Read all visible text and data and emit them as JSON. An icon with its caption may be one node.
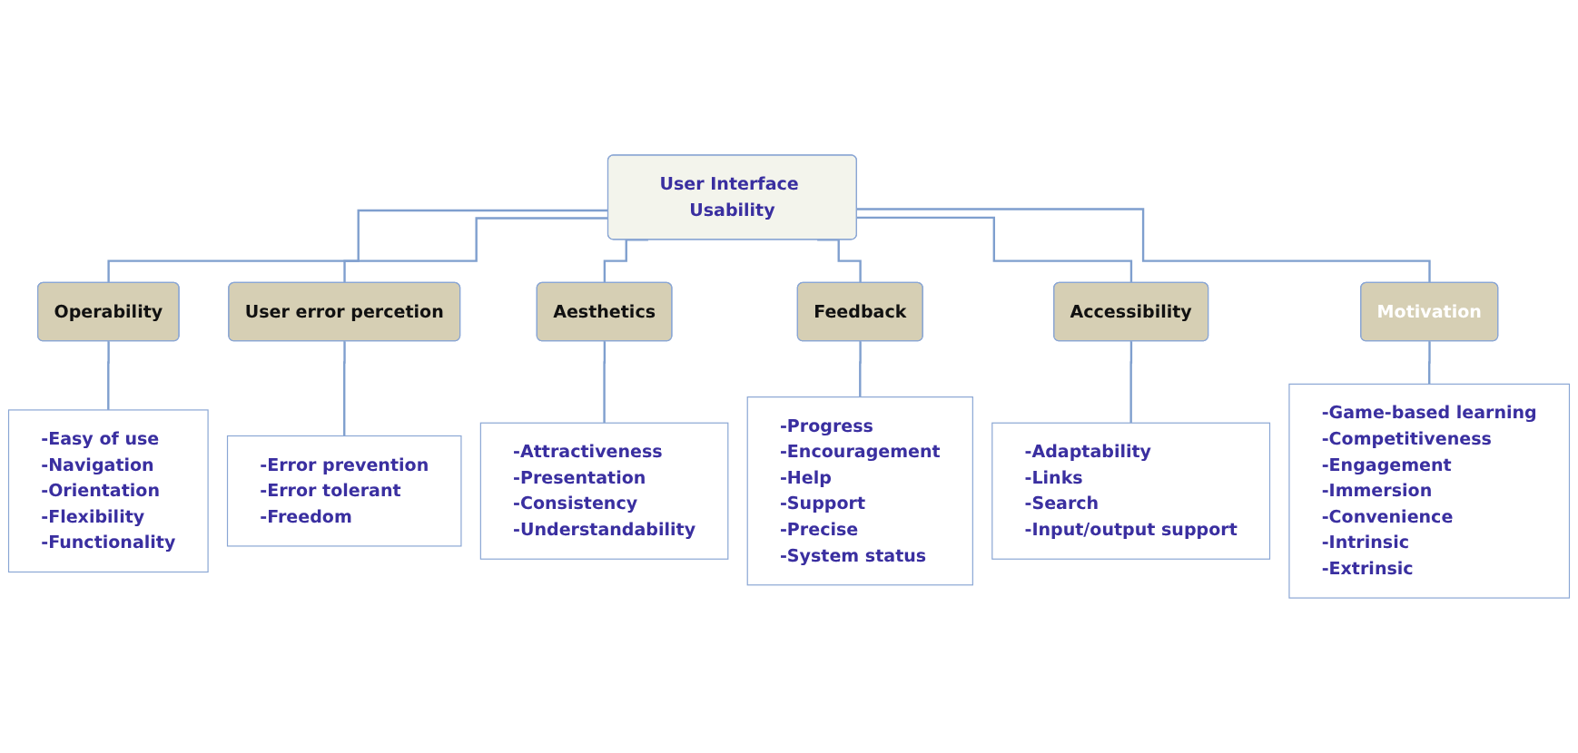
{
  "diagram": {
    "nodes": [
      {
        "text": [
          "User Interface Usability"
        ]
      },
      {
        "text": [
          "Operability"
        ]
      },
      {
        "text": [
          "User error percetion"
        ]
      },
      {
        "text": [
          "Aesthetics"
        ]
      },
      {
        "text": [
          "Feedback"
        ]
      },
      {
        "text": [
          "Accessibility"
        ]
      },
      {
        "text": [
          "Motivation"
        ]
      },
      {
        "text": [
          "-Easy of use",
          "-Navigation",
          "-Orientation",
          "-Flexibility",
          "-Functionality"
        ]
      },
      {
        "text": [
          "-Error prevention",
          "-Error tolerant",
          "-Freedom"
        ]
      },
      {
        "text": [
          "-Attractiveness",
          "-Presentation",
          "-Consistency",
          "-Understandability"
        ]
      },
      {
        "text": [
          "-Progress",
          "-Encouragement",
          "-Help",
          "-Support",
          "-Precise",
          "-System status"
        ]
      },
      {
        "text": [
          "-Adaptability",
          "-Links",
          "-Search",
          "-Input/output support"
        ]
      },
      {
        "text": [
          "-Game-based learning",
          "-Competitiveness",
          "-Engagement",
          "-Immersion",
          "-Convenience",
          "-Intrinsic",
          "-Extrinsic"
        ]
      }
    ],
    "edges": [
      {
        "from": 0,
        "to": 1,
        "arrow": "none"
      },
      {
        "from": 0,
        "to": 2,
        "arrow": "none"
      },
      {
        "from": 0,
        "to": 3,
        "arrow": "none"
      },
      {
        "from": 0,
        "to": 4,
        "arrow": "none"
      },
      {
        "from": 0,
        "to": 5,
        "arrow": "none"
      },
      {
        "from": 0,
        "to": 6,
        "arrow": "none"
      },
      {
        "from": 1,
        "to": 7,
        "arrow": "none"
      },
      {
        "from": 2,
        "to": 8,
        "arrow": "none"
      },
      {
        "from": 3,
        "to": 9,
        "arrow": "none"
      },
      {
        "from": 4,
        "to": 10,
        "arrow": "none"
      },
      {
        "from": 5,
        "to": 11,
        "arrow": "none"
      },
      {
        "from": 6,
        "to": 12,
        "arrow": "none"
      }
    ]
  }
}
